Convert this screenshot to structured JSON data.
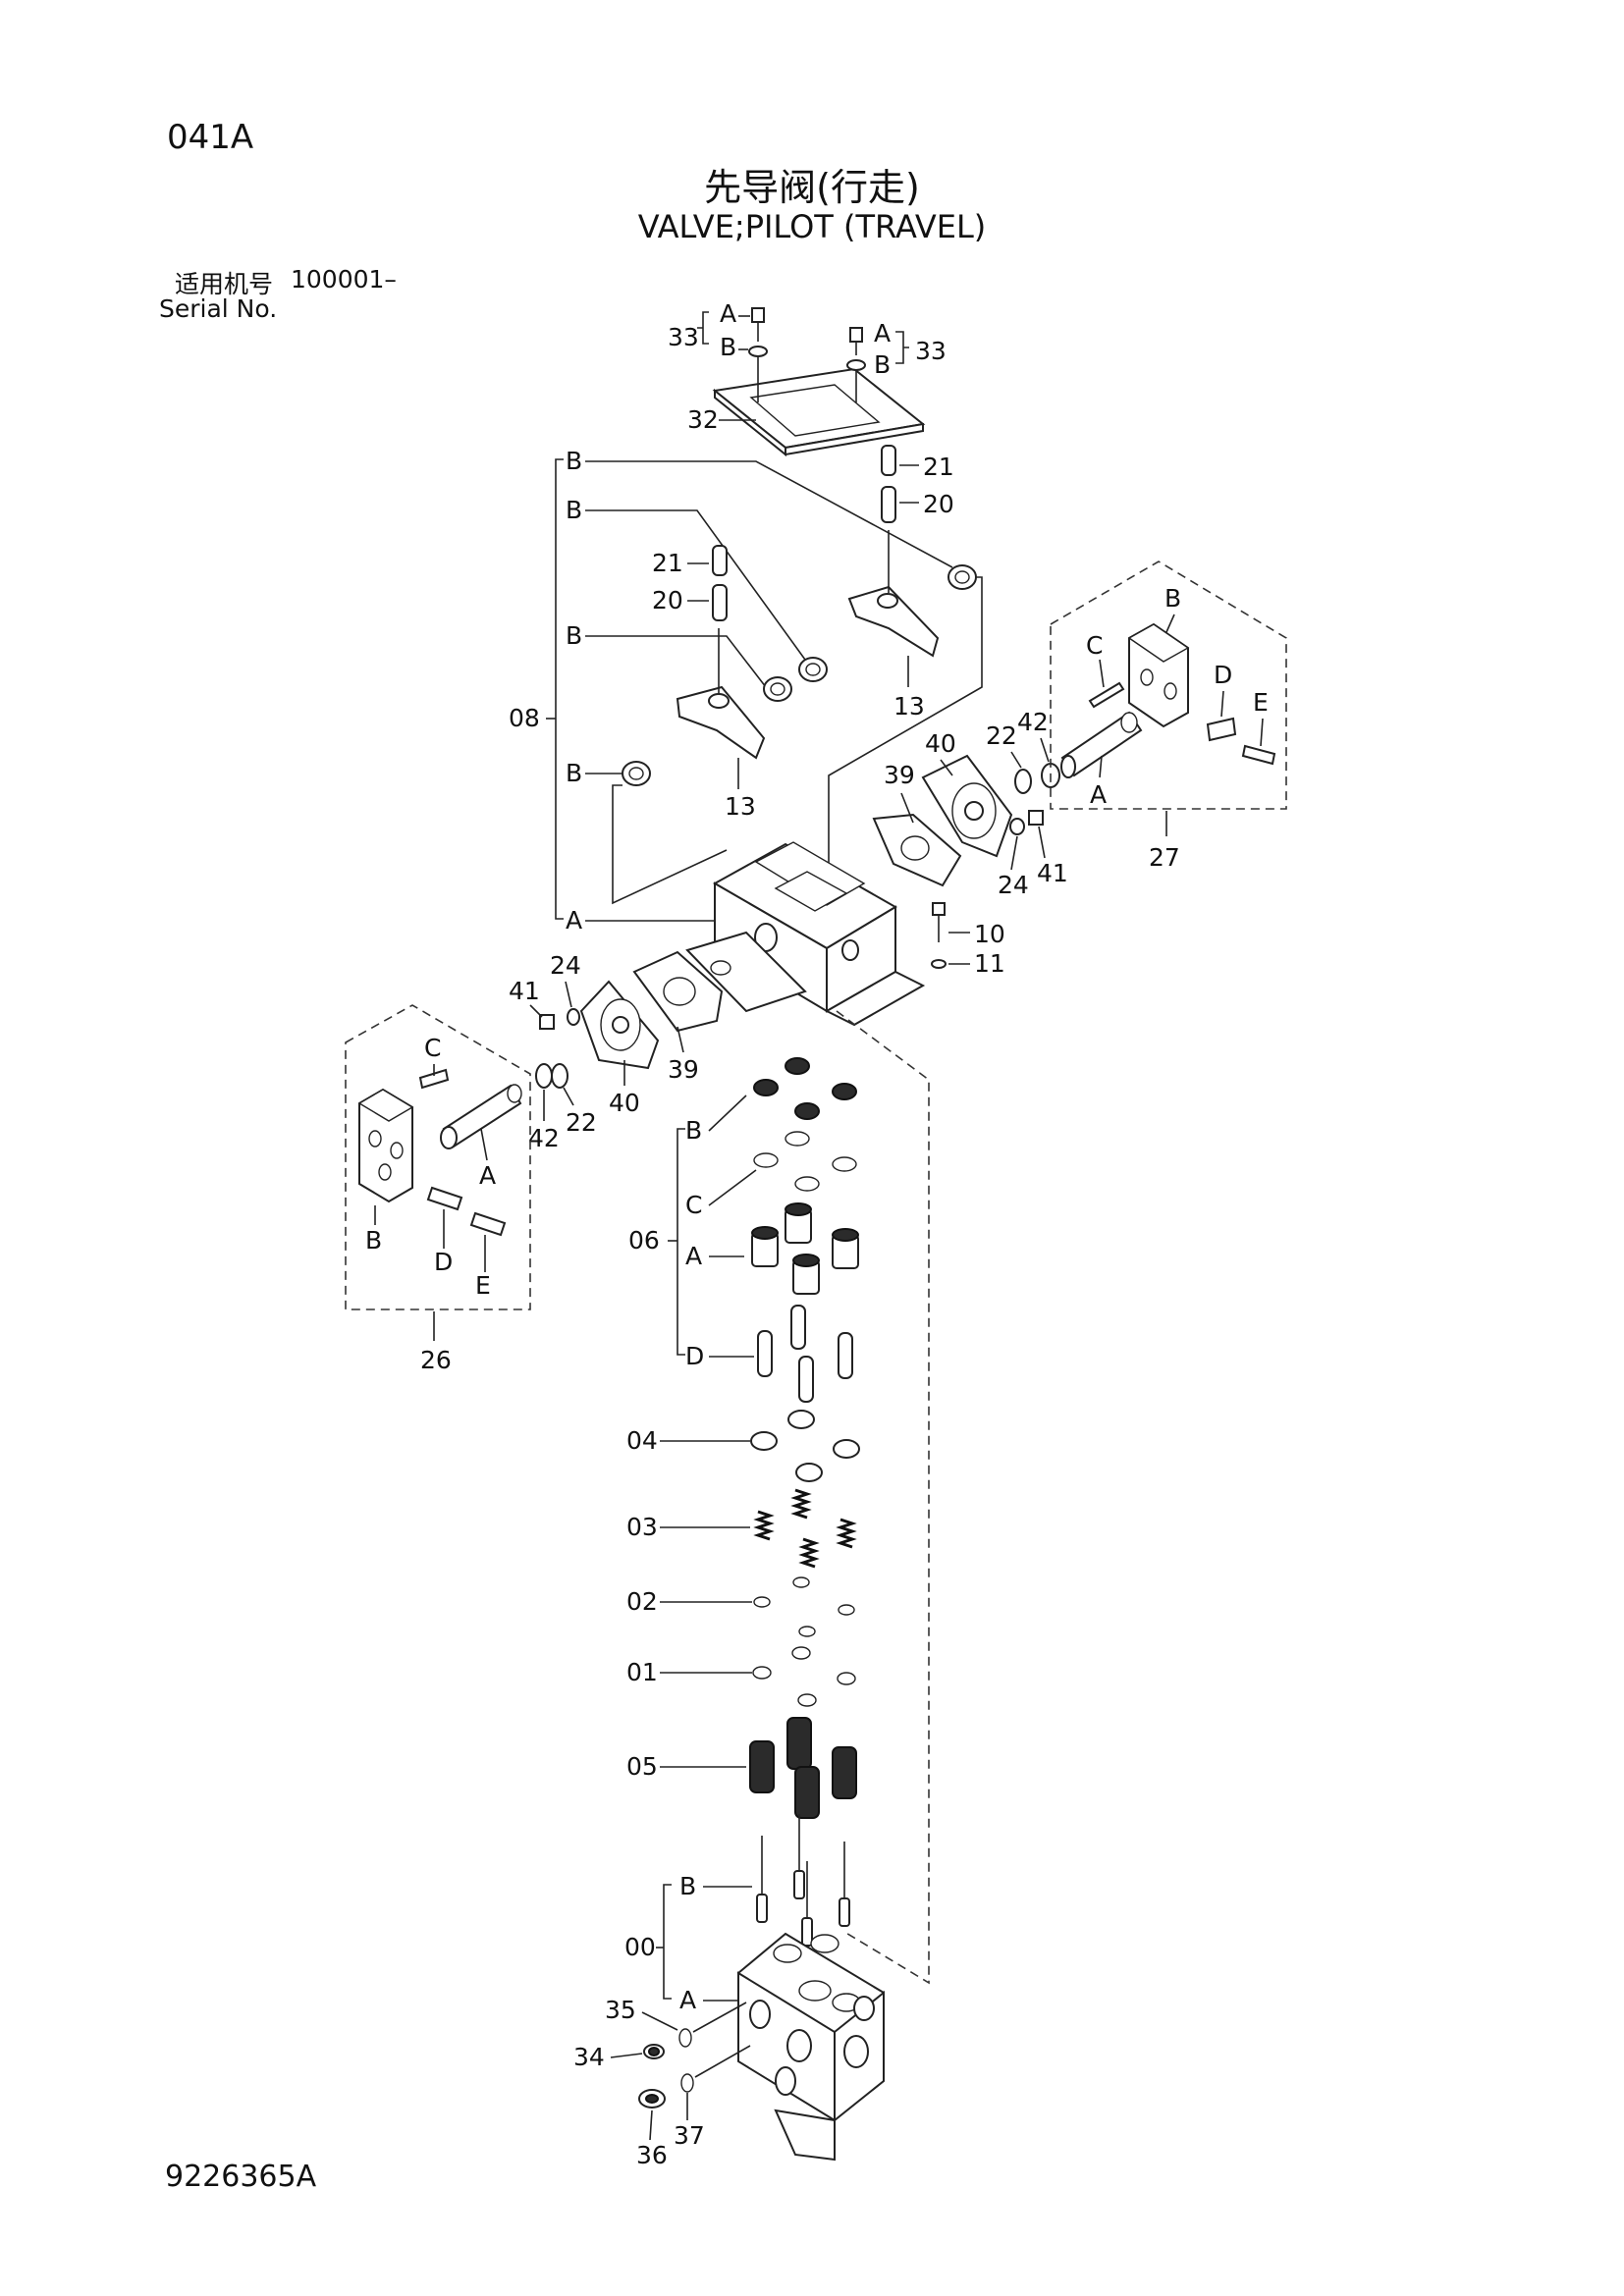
{
  "page_code": "041A",
  "title_cn": "先导阀(行走)",
  "title_en": "VALVE;PILOT (TRAVEL)",
  "serial": {
    "label_cn": "适用机号",
    "value": "100001–",
    "label_en": "Serial No."
  },
  "doc_number": "9226365A",
  "callouts": {
    "n00": "00",
    "n01": "01",
    "n02": "02",
    "n03": "03",
    "n04": "04",
    "n05": "05",
    "n06": "06",
    "n08": "08",
    "n10": "10",
    "n11": "11",
    "n13": "13",
    "n20": "20",
    "n21": "21",
    "n22": "22",
    "n24": "24",
    "n26": "26",
    "n27": "27",
    "n32": "32",
    "n33": "33",
    "n34": "34",
    "n35": "35",
    "n36": "36",
    "n37": "37",
    "n39": "39",
    "n40": "40",
    "n41": "41",
    "n42": "42",
    "a": "A",
    "b": "B",
    "c": "C",
    "d": "D",
    "e": "E"
  },
  "icons": [
    "cover-plate",
    "cam",
    "valve-body",
    "casing",
    "spring",
    "plunger",
    "seal",
    "pin"
  ]
}
